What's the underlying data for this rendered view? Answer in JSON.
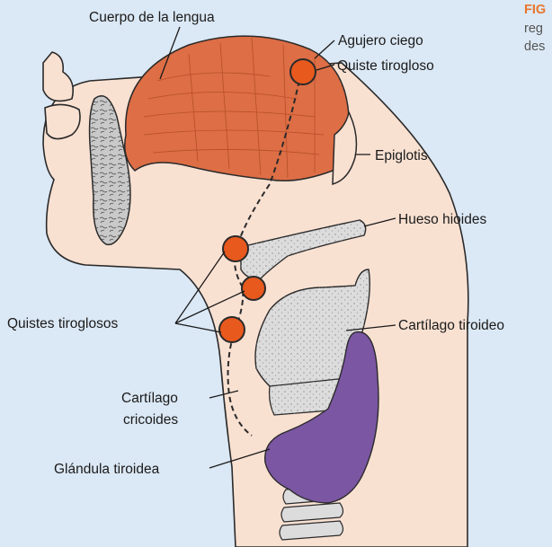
{
  "caption": {
    "label": "FIG",
    "line1": "reg",
    "line2": "des"
  },
  "labels": {
    "tongue_body": "Cuerpo de la lengua",
    "foramen_cecum": "Agujero ciego",
    "thyroglossal_cyst": "Quiste tirogloso",
    "epiglottis": "Epiglotis",
    "hyoid_bone": "Hueso hioides",
    "thyroglossal_cysts": "Quistes tiroglosos",
    "thyroid_cartilage": "Cartílago tiroideo",
    "cricoid_line1": "Cartílago",
    "cricoid_line2": "cricoides",
    "thyroid_gland": "Glándula tiroidea"
  },
  "colors": {
    "background": "#dbe8f5",
    "skin": "#f9e1d2",
    "tongue": "#dd6e45",
    "cyst": "#e8591e",
    "cartilage": "#dcdcdc",
    "gland": "#7b56a3",
    "caption_accent": "#e8762b"
  }
}
